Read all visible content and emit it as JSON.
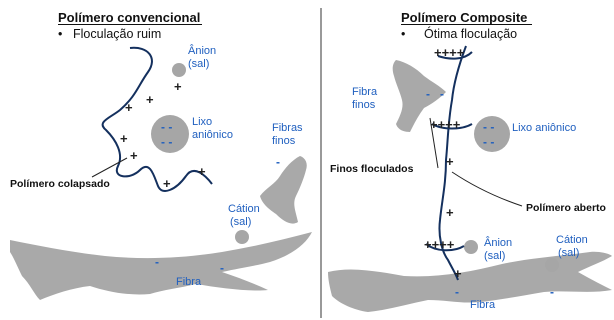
{
  "colors": {
    "accent": "#1f5fbf",
    "polymer": "#14305e",
    "fiber": "#a9a9a9"
  },
  "left": {
    "title": "Polímero convencional",
    "bullet": "•",
    "subtitle": "Floculação ruim",
    "anion_line1": "Ânion",
    "anion_line2": "(sal)",
    "lixo_line1": "Lixo",
    "lixo_line2": "aniônico",
    "lixo_neg1": "- -",
    "lixo_neg2": "- -",
    "fibras_line1": "Fibras",
    "fibras_line2": "finos",
    "fibras_neg": "-",
    "polimero_colapsado": "Polímero colapsado",
    "cation_line1": "Cátion",
    "cation_line2": "(sal)",
    "fibra": "Fibra",
    "fibra_neg1": "-",
    "fibra_neg2": "-",
    "plus": "+"
  },
  "right": {
    "title": "Polímero Composite",
    "bullet": "•",
    "subtitle": "Ótima floculação",
    "plus_top": "++++",
    "fibra_finos_line1": "Fibra",
    "fibra_finos_line2": "finos",
    "fibra_finos_neg1": "-",
    "fibra_finos_neg2": "-",
    "plus_mid": "++++",
    "lixo_anionico": "Lixo aniônico",
    "lixo_neg1": "- -",
    "lixo_neg2": "- -",
    "finos_floculados": "Finos floculados",
    "polimero_aberto": "Polímero aberto",
    "plus_low": "++++",
    "anion_line1": "Ânion",
    "anion_line2": "(sal)",
    "cation_line1": "Cátion",
    "cation_line2": "(sal)",
    "fibra": "Fibra",
    "fibra_neg1": "-",
    "fibra_neg2": "-",
    "plus": "+"
  }
}
